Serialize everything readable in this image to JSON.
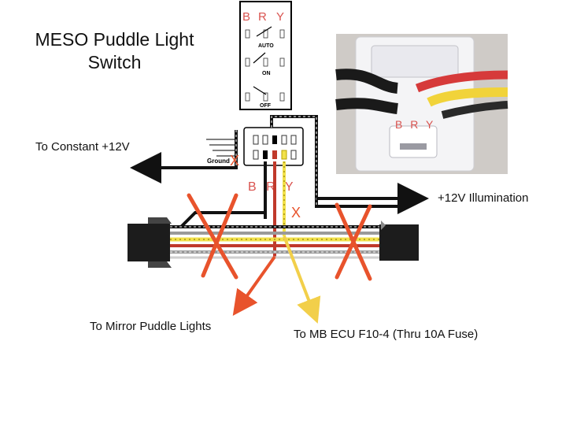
{
  "title_line1": "MESO Puddle Light",
  "title_line2": "Switch",
  "switch_letters": {
    "b": "B",
    "r": "R",
    "y": "Y"
  },
  "positions": {
    "auto": "AUTO",
    "on": "ON",
    "off": "OFF"
  },
  "ground_label": "Ground",
  "connector_letters": "B R Y",
  "photo_letters": "B R Y",
  "x_mark": "X",
  "labels": {
    "constant": "To Constant +12V",
    "illumination": "+12V Illumination",
    "mirror": "To Mirror Puddle Lights",
    "ecu": "To MB ECU F10-4 (Thru 10A Fuse)"
  },
  "colors": {
    "black_wire": "#111111",
    "red_wire": "#c0392b",
    "yellow_wire": "#f2e14a",
    "grey_wire": "#9a9a9a",
    "cross": "#e8532c",
    "ecu_arrow": "#f2cf4a"
  }
}
